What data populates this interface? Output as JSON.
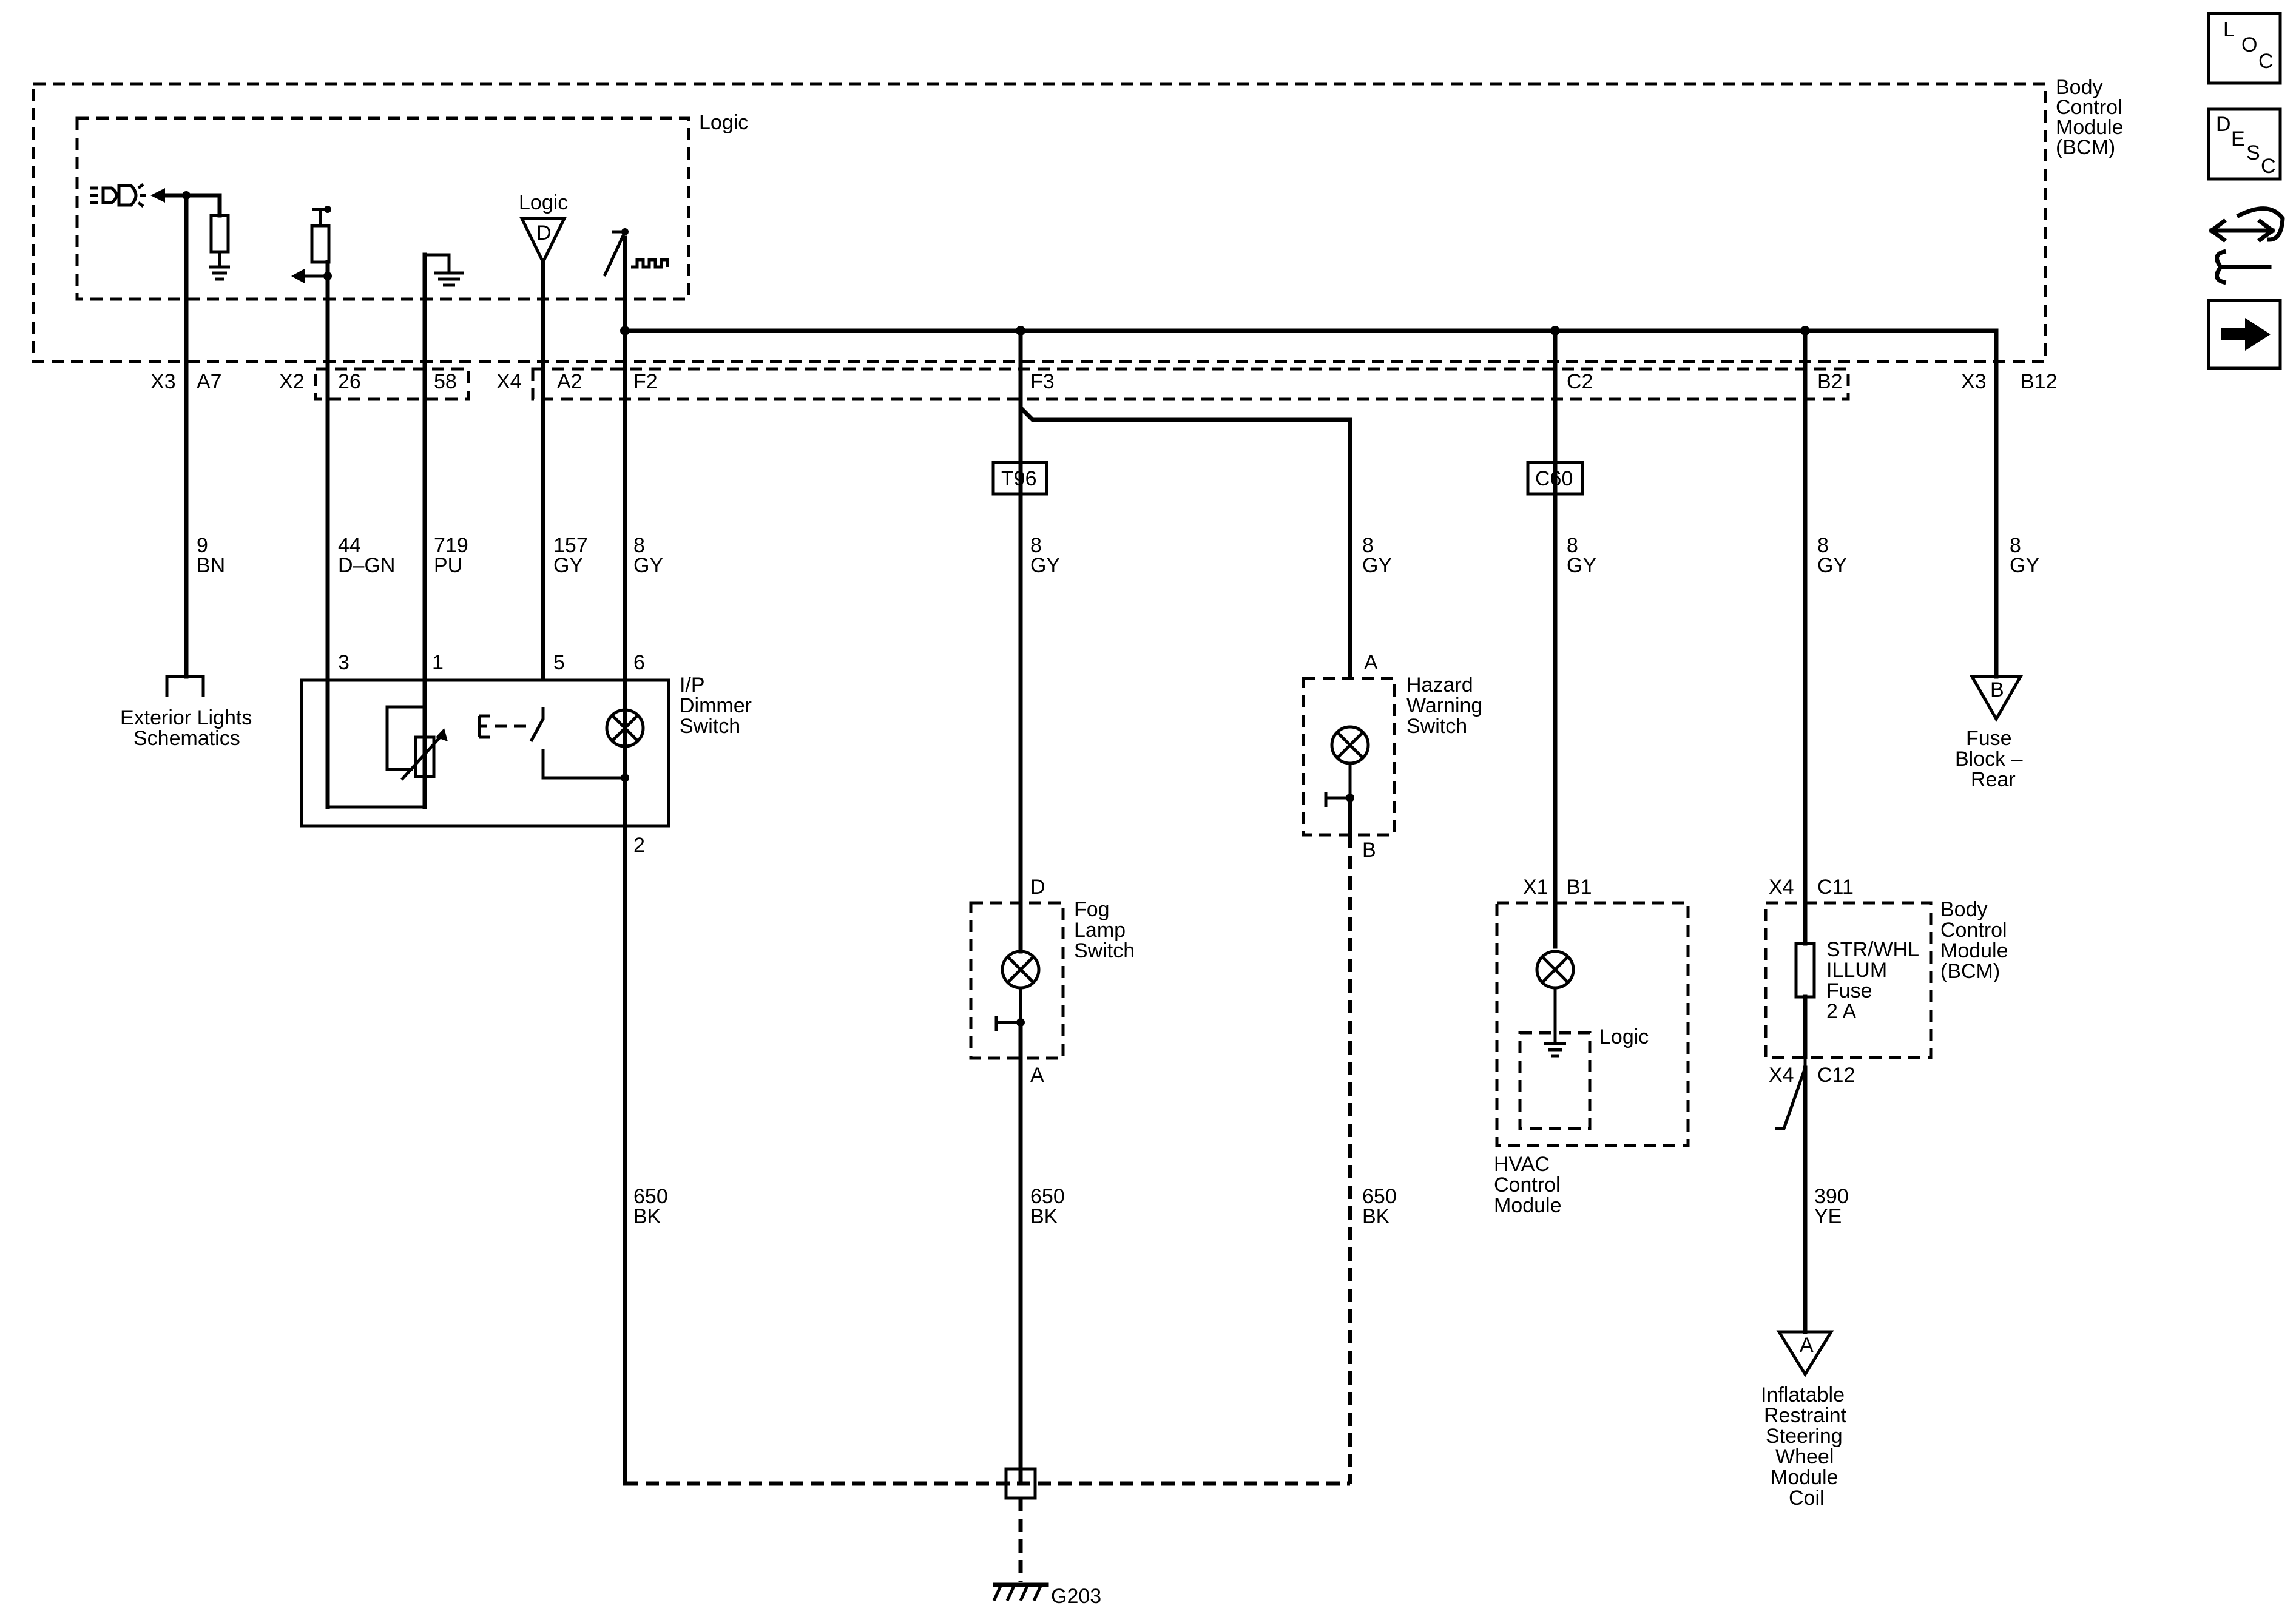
{
  "nav": {
    "loc_letters": [
      "L",
      "O",
      "C"
    ],
    "desc_letters": [
      "D",
      "E",
      "S",
      "C"
    ],
    "tools_icon": "tools-icon",
    "next_icon": "arrow-right-icon"
  },
  "bcm": {
    "title_lines": [
      "Body",
      "Control",
      "Module",
      "(BCM)"
    ],
    "logic_label": "Logic",
    "inner_logic_label": "Logic",
    "terminal_d": "D"
  },
  "connectors": {
    "x3a": "X3",
    "a7": "A7",
    "x2": "X2",
    "p26": "26",
    "p58": "58",
    "x4a": "X4",
    "a2": "A2",
    "f2": "F2",
    "f3": "F3",
    "c2": "C2",
    "b2": "B2",
    "x3b": "X3",
    "b12": "B12"
  },
  "splices": {
    "t96": "T96",
    "c60": "C60"
  },
  "wires": {
    "w1": [
      "9",
      "BN"
    ],
    "w2": [
      "44",
      "D–GN"
    ],
    "w3": [
      "719",
      "PU"
    ],
    "w4": [
      "157",
      "GY"
    ],
    "w5": [
      "8",
      "GY"
    ],
    "w6": [
      "8",
      "GY"
    ],
    "w7": [
      "8",
      "GY"
    ],
    "w8": [
      "8",
      "GY"
    ],
    "w9": [
      "8",
      "GY"
    ],
    "w10": [
      "8",
      "GY"
    ],
    "g1": [
      "650",
      "BK"
    ],
    "g2": [
      "650",
      "BK"
    ],
    "g3": [
      "650",
      "BK"
    ],
    "ye": [
      "390",
      "YE"
    ]
  },
  "ext_lights": {
    "lines": [
      "Exterior Lights",
      "Schematics"
    ]
  },
  "dimmer": {
    "lines": [
      "I/P",
      "Dimmer",
      "Switch"
    ],
    "pins": [
      "3",
      "1",
      "5",
      "6"
    ],
    "pin_bottom": "2"
  },
  "hazard": {
    "lines": [
      "Hazard",
      "Warning",
      "Switch"
    ],
    "pin_top": "A",
    "pin_bottom": "B"
  },
  "fog": {
    "lines": [
      "Fog",
      "Lamp",
      "Switch"
    ],
    "pin_top": "D",
    "pin_bottom": "A"
  },
  "hvac": {
    "lines": [
      "HVAC",
      "Control",
      "Module"
    ],
    "conn": "X1",
    "pin": "B1",
    "logic_label": "Logic"
  },
  "bcm2": {
    "lines": [
      "Body",
      "Control",
      "Module",
      "(BCM)"
    ],
    "conn_top": "X4",
    "pin_top": "C11",
    "conn_bottom": "X4",
    "pin_bottom": "C12",
    "fuse_lines": [
      "STR/WHL",
      "ILLUM",
      "Fuse",
      "2 A"
    ]
  },
  "fuse_block": {
    "tag": "B",
    "lines": [
      "Fuse",
      "Block –",
      "Rear"
    ]
  },
  "airbag": {
    "tag": "A",
    "lines": [
      "Inflatable",
      "Restraint",
      "Steering",
      "Wheel",
      "Module",
      "Coil"
    ]
  },
  "ground": {
    "label": "G203"
  }
}
